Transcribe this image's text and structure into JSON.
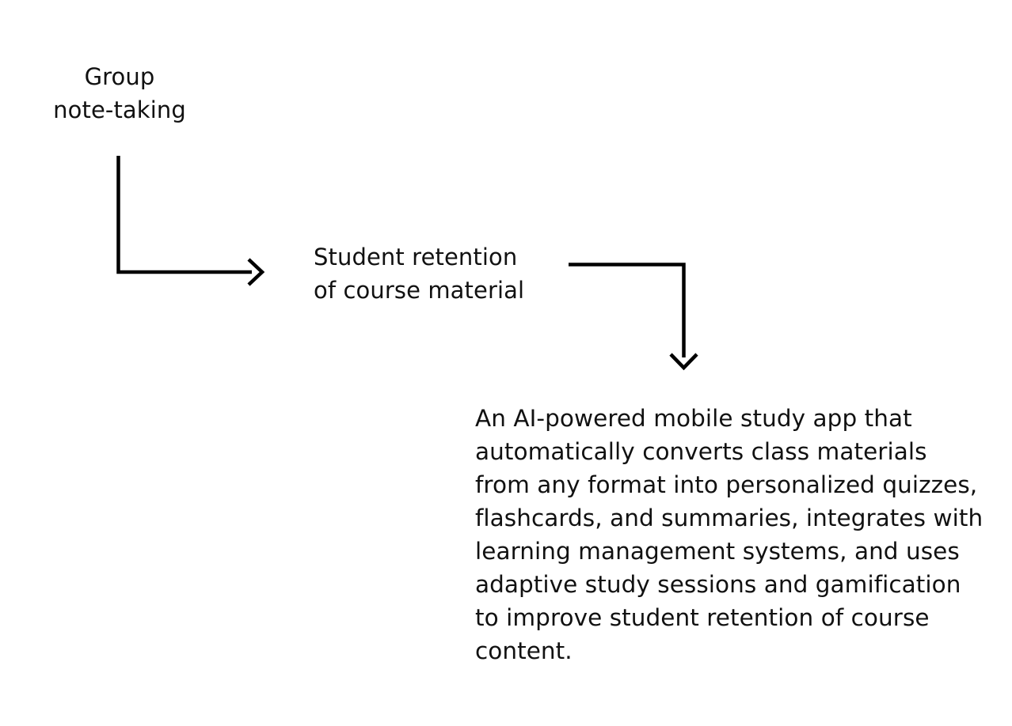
{
  "diagram": {
    "type": "flow",
    "background_color": "#ffffff",
    "stroke_color": "#000000",
    "text_color": "#111111",
    "nodes": [
      {
        "id": "source",
        "label": "Group\nnote-taking",
        "align": "center"
      },
      {
        "id": "middle",
        "label": "Student retention\nof course material",
        "align": "left"
      },
      {
        "id": "description",
        "label": "An AI-powered mobile study app that automatically converts class materials from any format into personalized quizzes, flashcards, and summaries, integrates with learning management systems, and uses adaptive study sessions and gamification to improve student retention of course content.",
        "align": "left"
      }
    ],
    "connectors": [
      {
        "id": "source-to-middle",
        "from": "source",
        "to": "middle",
        "shape": "elbow-down-right",
        "arrowhead": "chevron-right"
      },
      {
        "id": "middle-to-description",
        "from": "middle",
        "to": "description",
        "shape": "elbow-right-down",
        "arrowhead": "chevron-down"
      }
    ]
  }
}
